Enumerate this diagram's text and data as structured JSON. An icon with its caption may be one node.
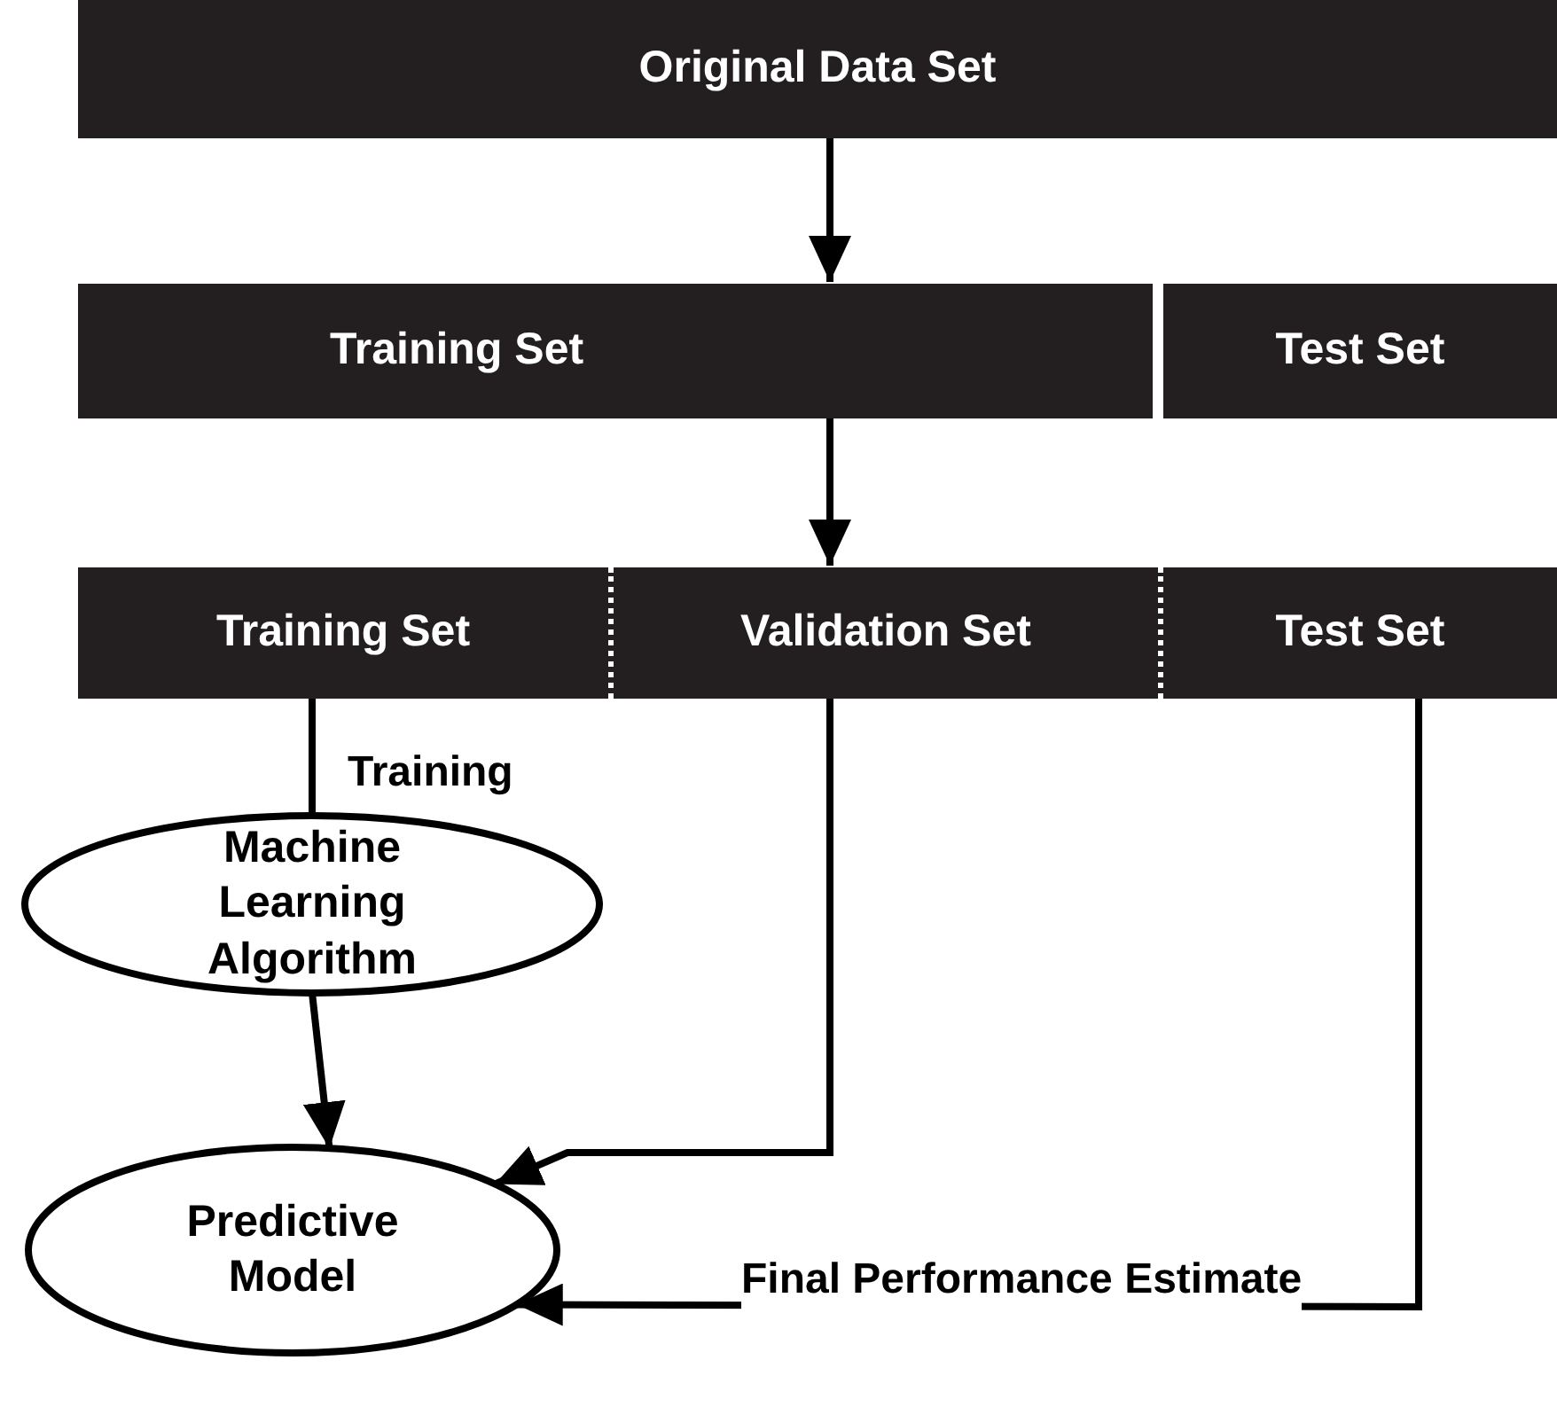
{
  "diagram": {
    "nodes": [
      {
        "text": [
          "Original Data Set"
        ]
      },
      {
        "text": [
          "Training Set"
        ]
      },
      {
        "text": [
          "Test Set"
        ]
      },
      {
        "text": [
          "Training Set"
        ]
      },
      {
        "text": [
          "Validation Set"
        ]
      },
      {
        "text": [
          "Test Set"
        ]
      },
      {
        "text": [
          "Machine Learning Algorithm"
        ]
      },
      {
        "text": [
          "Predictive Model"
        ]
      }
    ],
    "edges": [
      {
        "from": 0,
        "to": 1,
        "arrow": "to"
      },
      {
        "from": 1,
        "to": 4,
        "arrow": "to"
      },
      {
        "from": 3,
        "to": 6,
        "arrow": "none",
        "label": "Training"
      },
      {
        "from": 6,
        "to": 7,
        "arrow": "to"
      },
      {
        "from": 4,
        "to": 7,
        "arrow": "to"
      },
      {
        "from": 5,
        "to": 7,
        "arrow": "to",
        "label": "Final Performance Estimate"
      }
    ]
  }
}
